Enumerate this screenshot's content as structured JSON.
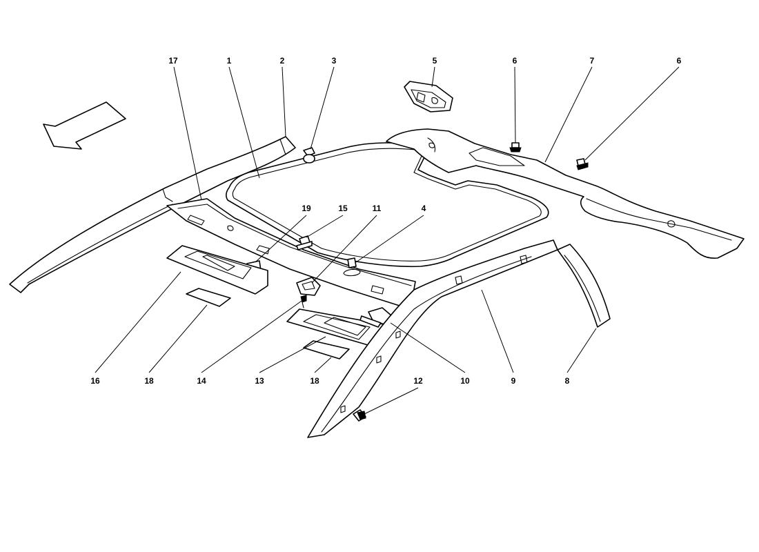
{
  "diagram": {
    "callouts": {
      "c17": "17",
      "c1": "1",
      "c2": "2",
      "c3": "3",
      "c5": "5",
      "c6a": "6",
      "c7": "7",
      "c6b": "6",
      "c19": "19",
      "c15": "15",
      "c11": "11",
      "c4": "4",
      "c16": "16",
      "c18a": "18",
      "c14": "14",
      "c13": "13",
      "c18b": "18",
      "c10": "10",
      "c9": "9",
      "c8": "8",
      "c12": "12"
    },
    "colors": {
      "stroke": "#000000",
      "background": "#ffffff"
    }
  }
}
